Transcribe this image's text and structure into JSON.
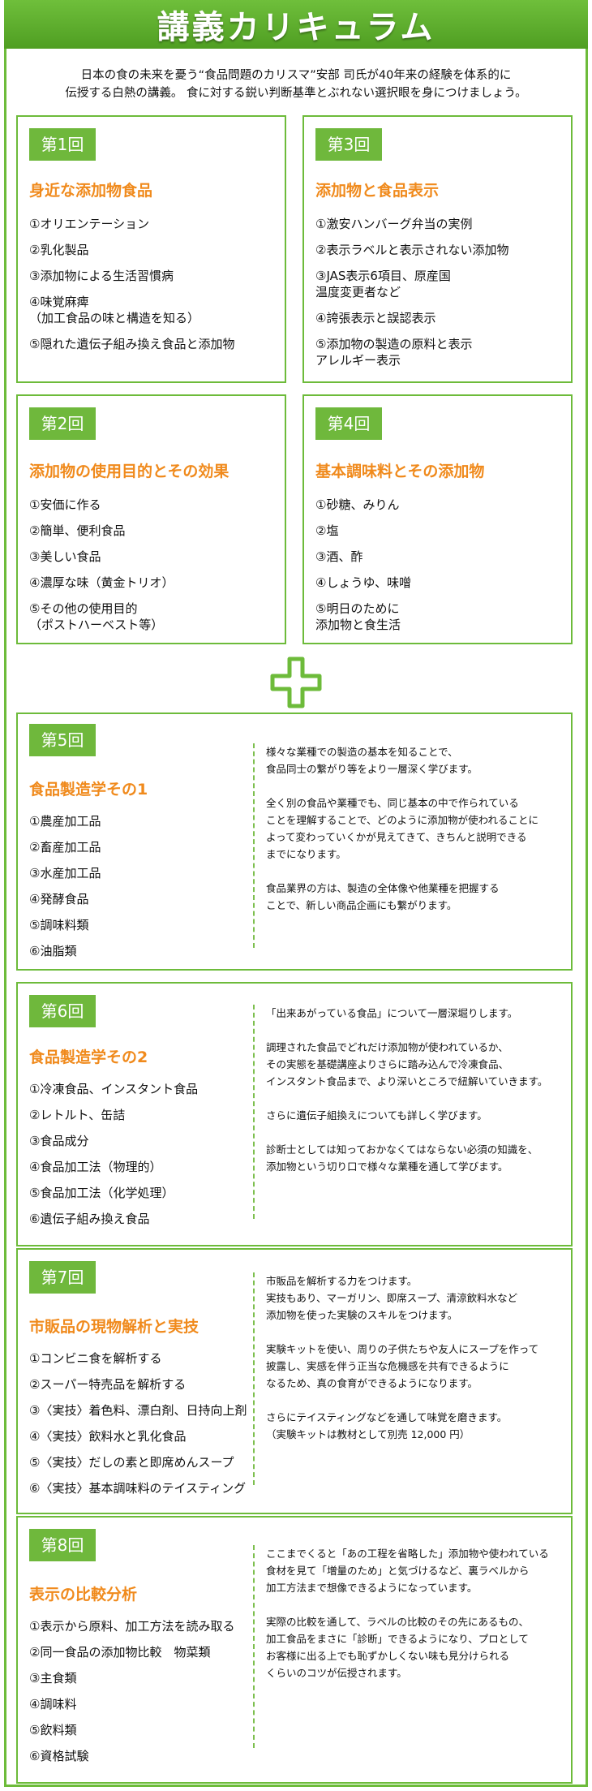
{
  "title": "講義カリキュラム",
  "intro": {
    "line1": "日本の食の未来を憂う“食品問題のカリスマ”安部 司氏が40年来の経験を体系的に",
    "line2": "伝授する白熱の講義。 食に対する鋭い判断基準とぶれない選択眼を身につけましょう。"
  },
  "lessons": [
    {
      "label": "第1回",
      "subtitle": "身近な添加物食品",
      "items": [
        "①オリエンテーション",
        "②乳化製品",
        "③添加物による生活習慣病",
        "④味覚麻痺\n （加工食品の味と構造を知る）",
        "⑤隠れた遺伝子組み換え食品と添加物"
      ]
    },
    {
      "label": "第3回",
      "subtitle": "添加物と食品表示",
      "items": [
        "①激安ハンバーグ弁当の実例",
        "②表示ラベルと表示されない添加物",
        "③JAS表示6項目、原産国\n 温度変更者など",
        "④誇張表示と誤認表示",
        "⑤添加物の製造の原料と表示\n アレルギー表示"
      ]
    },
    {
      "label": "第2回",
      "subtitle": "添加物の使用目的とその効果",
      "items": [
        "①安価に作る",
        "②簡単、便利食品",
        "③美しい食品",
        "④濃厚な味（黄金トリオ）",
        "⑤その他の使用目的\n （ポストハーベスト等）"
      ]
    },
    {
      "label": "第4回",
      "subtitle": "基本調味料とその添加物",
      "items": [
        "①砂糖、みりん",
        "②塩",
        "③酒、酢",
        "④しょうゆ、味噌",
        "⑤明日のために\n 添加物と食生活"
      ]
    },
    {
      "label": "第5回",
      "subtitle": "食品製造学その1",
      "items": [
        "①農産加工品",
        "②畜産加工品",
        "③水産加工品",
        "④発酵食品",
        "⑤調味料類",
        "⑥油脂類"
      ],
      "desc": [
        "様々な業種での製造の基本を知ることで、\n食品同士の繋がり等をより一層深く学びます。",
        "全く別の食品や業種でも、同じ基本の中で作られている\nことを理解することで、どのように添加物が使われることに\nよって変わっていくかが見えてきて、きちんと説明できる\nまでになります。",
        "食品業界の方は、製造の全体像や他業種を把握する\nことで、新しい商品企画にも繋がります。"
      ]
    },
    {
      "label": "第6回",
      "subtitle": "食品製造学その2",
      "items": [
        "①冷凍食品、インスタント食品",
        "②レトルト、缶詰",
        "③食品成分",
        "④食品加工法（物理的）",
        "⑤食品加工法（化学処理）",
        "⑥遺伝子組み換え食品"
      ],
      "desc": [
        "「出来あがっている食品」について一層深堀りします。",
        "調理された食品でどれだけ添加物が使われているか、\nその実態を基礎講座よりさらに踏み込んで冷凍食品、\nインスタント食品まで、より深いところで紐解いていきます。",
        "さらに遺伝子組換えについても詳しく学びます。",
        "診断士としては知っておかなくてはならない必須の知識を、\n添加物という切り口で様々な業種を通して学びます。"
      ]
    },
    {
      "label": "第7回",
      "subtitle": "市販品の現物解析と実技",
      "items": [
        "①コンビニ食を解析する",
        "②スーパー特売品を解析する",
        "③〈実技〉着色料、漂白剤、日持向上剤",
        "④〈実技〉飲料水と乳化食品",
        "⑤〈実技〉だしの素と即席めんスープ",
        "⑥〈実技〉基本調味料のテイスティング"
      ],
      "desc": [
        "市販品を解析する力をつけます。\n実技もあり、マーガリン、即席スープ、清涼飲料水など\n添加物を使った実験のスキルをつけます。",
        "実験キットを使い、周りの子供たちや友人にスープを作って\n披露し、実感を伴う正当な危機感を共有できるように\nなるため、真の食育ができるようになります。",
        "さらにテイスティングなどを通して味覚を磨きます。\n（実験キットは教材として別売 12,000 円）"
      ]
    },
    {
      "label": "第8回",
      "subtitle": "表示の比較分析",
      "items": [
        "①表示から原料、加工方法を読み取る",
        "②同一食品の添加物比較　物菜類",
        "③主食類",
        "④調味料",
        "⑤飲料類",
        "⑥資格試験"
      ],
      "desc": [
        "ここまでくると「あの工程を省略した」添加物や使われている\n食材を見て「増量のため」と気づけるなど、裏ラベルから\n加工方法まで想像できるようになっています。",
        "実際の比較を通して、ラベルの比較のその先にあるもの、\n加工食品をまさに「診断」できるようになり、プロとして\nお客様に出る上でも恥ずかしくない味も見分けられる\nくらいのコツが伝授されます。"
      ]
    },
    {
      "plus_icon": "plus-icon",
      "colors": {
        "green": "#6dbb3a",
        "orange": "#f08a1c",
        "badge": "#6fb83c"
      }
    }
  ]
}
